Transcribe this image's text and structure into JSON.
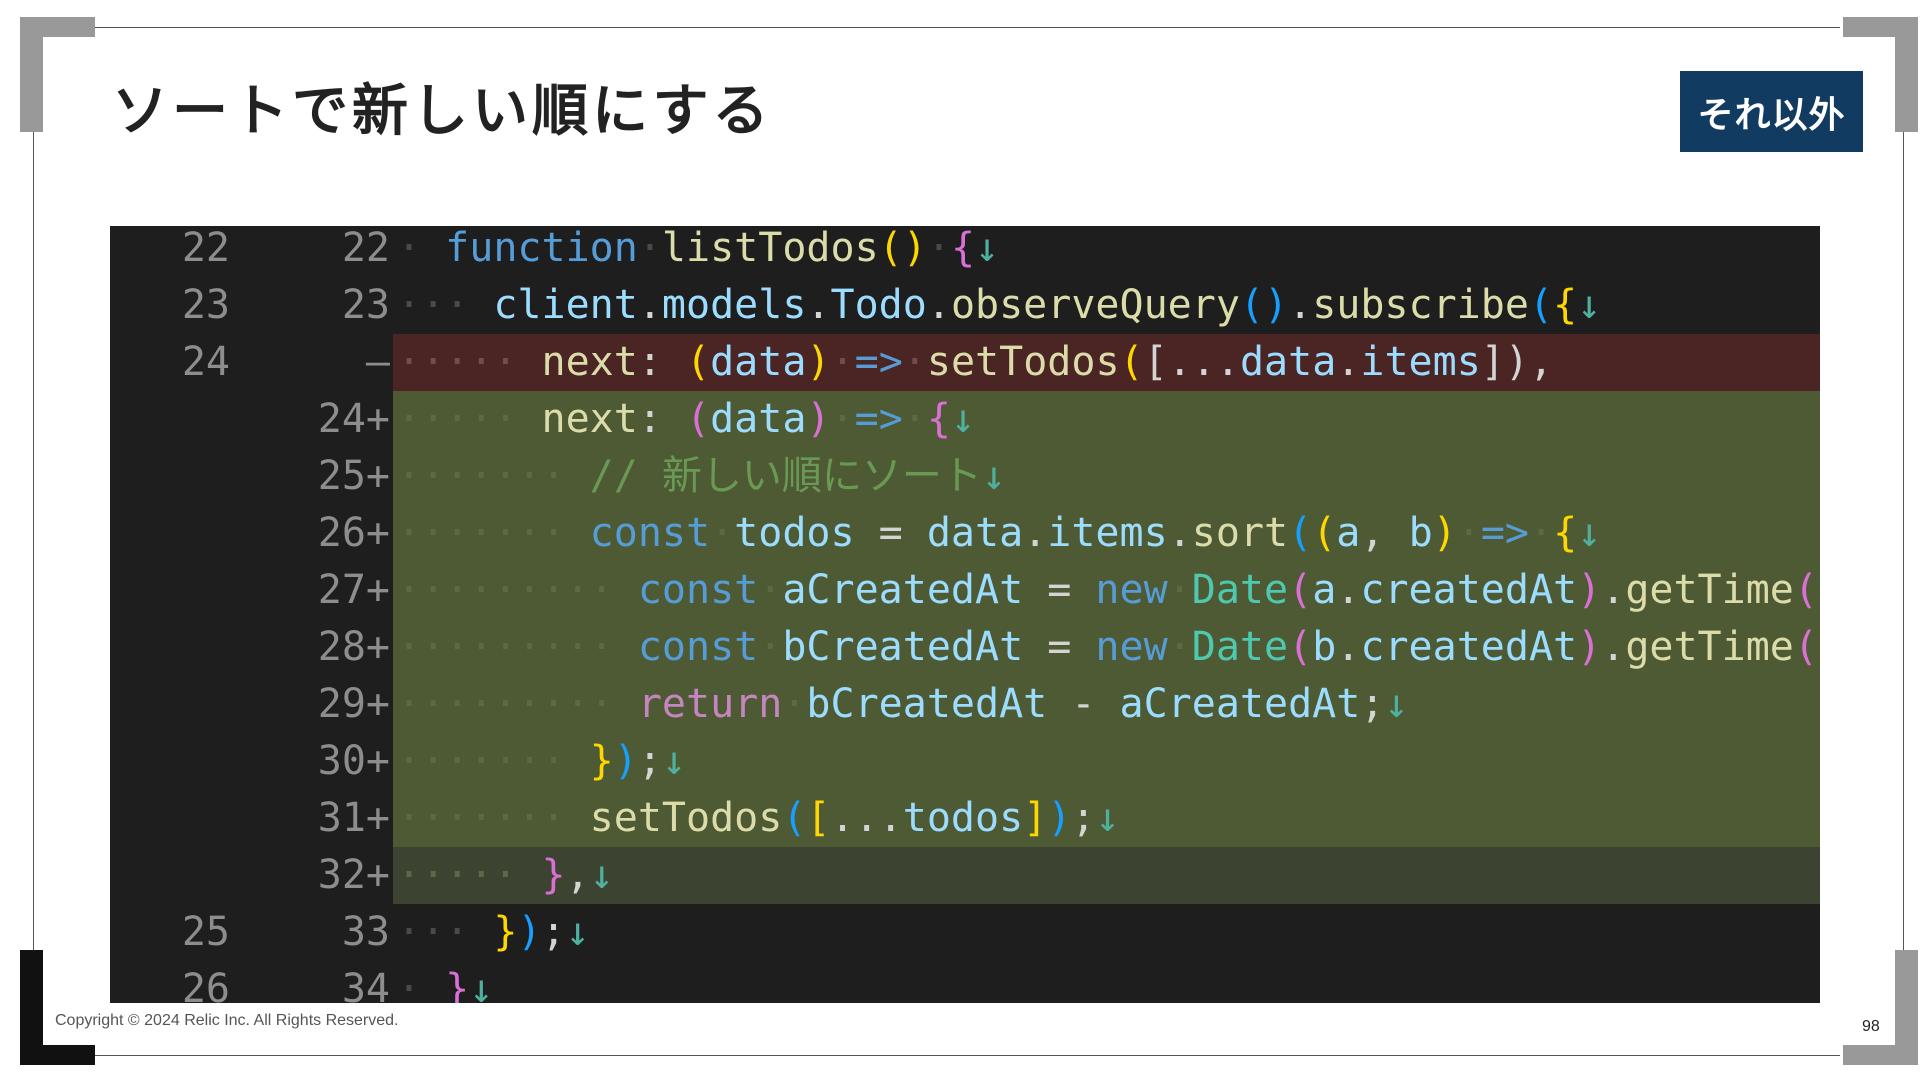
{
  "slide": {
    "title": "ソートで新しい順にする",
    "tag": "それ以外",
    "copyright": "Copyright © 2024 Relic Inc. All Rights Reserved.",
    "page_number": "98"
  },
  "diff": {
    "lines": [
      {
        "old": "22",
        "new": "22",
        "type": "plain",
        "indent": 1,
        "tokens": [
          [
            "function",
            "kw"
          ],
          [
            " ",
            "ws"
          ],
          [
            "listTodos",
            "fn"
          ],
          [
            "()",
            "br1"
          ],
          [
            " ",
            "ws"
          ],
          [
            "{",
            "br2"
          ],
          [
            "↓",
            "ret"
          ]
        ]
      },
      {
        "old": "23",
        "new": "23",
        "type": "plain",
        "indent": 2,
        "tokens": [
          [
            "client",
            "var"
          ],
          [
            ".",
            "pn"
          ],
          [
            "models",
            "var"
          ],
          [
            ".",
            "pn"
          ],
          [
            "Todo",
            "var"
          ],
          [
            ".",
            "pn"
          ],
          [
            "observeQuery",
            "fn"
          ],
          [
            "()",
            "br3"
          ],
          [
            ".",
            "pn"
          ],
          [
            "subscribe",
            "fn"
          ],
          [
            "(",
            "br3"
          ],
          [
            "{",
            "br1"
          ],
          [
            "↓",
            "ret"
          ]
        ]
      },
      {
        "old": "24",
        "new": "—",
        "type": "del",
        "indent": 3,
        "tokens": [
          [
            "next",
            "fn"
          ],
          [
            ": ",
            "pn"
          ],
          [
            "(",
            "br1"
          ],
          [
            "data",
            "var"
          ],
          [
            ")",
            "br1"
          ],
          [
            " ",
            "ws"
          ],
          [
            "=>",
            "kw"
          ],
          [
            " ",
            "ws"
          ],
          [
            "setTodos",
            "fn"
          ],
          [
            "(",
            "br1"
          ],
          [
            "[...",
            "pn"
          ],
          [
            "data",
            "var"
          ],
          [
            ".",
            "pn"
          ],
          [
            "items",
            "var"
          ],
          [
            "])",
            "pn"
          ],
          [
            ",",
            "pn"
          ]
        ]
      },
      {
        "old": "",
        "new": "24+",
        "type": "add",
        "indent": 3,
        "tokens": [
          [
            "next",
            "fn"
          ],
          [
            ": ",
            "pn"
          ],
          [
            "(",
            "br2"
          ],
          [
            "data",
            "var"
          ],
          [
            ")",
            "br2"
          ],
          [
            " ",
            "ws"
          ],
          [
            "=>",
            "kw"
          ],
          [
            " ",
            "ws"
          ],
          [
            "{",
            "br2"
          ],
          [
            "↓",
            "ret"
          ]
        ]
      },
      {
        "old": "",
        "new": "25+",
        "type": "add",
        "indent": 4,
        "tokens": [
          [
            "// 新しい順にソート",
            "cm"
          ],
          [
            "↓",
            "ret"
          ]
        ]
      },
      {
        "old": "",
        "new": "26+",
        "type": "add",
        "indent": 4,
        "tokens": [
          [
            "const",
            "kw"
          ],
          [
            " ",
            "ws"
          ],
          [
            "todos",
            "var"
          ],
          [
            " = ",
            "pn"
          ],
          [
            "data",
            "var"
          ],
          [
            ".",
            "pn"
          ],
          [
            "items",
            "var"
          ],
          [
            ".",
            "pn"
          ],
          [
            "sort",
            "fn"
          ],
          [
            "(",
            "br3"
          ],
          [
            "(",
            "br1"
          ],
          [
            "a",
            "var"
          ],
          [
            ", ",
            "pn"
          ],
          [
            "b",
            "var"
          ],
          [
            ")",
            "br1"
          ],
          [
            " ",
            "ws"
          ],
          [
            "=>",
            "kw"
          ],
          [
            " ",
            "ws"
          ],
          [
            "{",
            "br1"
          ],
          [
            "↓",
            "ret"
          ]
        ]
      },
      {
        "old": "",
        "new": "27+",
        "type": "add",
        "indent": 5,
        "tokens": [
          [
            "const",
            "kw"
          ],
          [
            " ",
            "ws"
          ],
          [
            "aCreatedAt",
            "var"
          ],
          [
            " = ",
            "pn"
          ],
          [
            "new",
            "kw"
          ],
          [
            " ",
            "ws"
          ],
          [
            "Date",
            "cls"
          ],
          [
            "(",
            "br2"
          ],
          [
            "a",
            "var"
          ],
          [
            ".",
            "pn"
          ],
          [
            "createdAt",
            "var"
          ],
          [
            ")",
            "br2"
          ],
          [
            ".",
            "pn"
          ],
          [
            "getTime",
            "fn"
          ],
          [
            "()",
            "br2"
          ],
          [
            ";",
            "pn"
          ],
          [
            "↓",
            "ret"
          ]
        ]
      },
      {
        "old": "",
        "new": "28+",
        "type": "add",
        "indent": 5,
        "tokens": [
          [
            "const",
            "kw"
          ],
          [
            " ",
            "ws"
          ],
          [
            "bCreatedAt",
            "var"
          ],
          [
            " = ",
            "pn"
          ],
          [
            "new",
            "kw"
          ],
          [
            " ",
            "ws"
          ],
          [
            "Date",
            "cls"
          ],
          [
            "(",
            "br2"
          ],
          [
            "b",
            "var"
          ],
          [
            ".",
            "pn"
          ],
          [
            "createdAt",
            "var"
          ],
          [
            ")",
            "br2"
          ],
          [
            ".",
            "pn"
          ],
          [
            "getTime",
            "fn"
          ],
          [
            "()",
            "br2"
          ],
          [
            ";",
            "pn"
          ],
          [
            "↓",
            "ret"
          ]
        ]
      },
      {
        "old": "",
        "new": "29+",
        "type": "add",
        "indent": 5,
        "tokens": [
          [
            "return",
            "kw2"
          ],
          [
            " ",
            "ws"
          ],
          [
            "bCreatedAt",
            "var"
          ],
          [
            " - ",
            "pn"
          ],
          [
            "aCreatedAt",
            "var"
          ],
          [
            ";",
            "pn"
          ],
          [
            "↓",
            "ret"
          ]
        ]
      },
      {
        "old": "",
        "new": "30+",
        "type": "add",
        "indent": 4,
        "tokens": [
          [
            "}",
            "br1"
          ],
          [
            ")",
            "br3"
          ],
          [
            ";",
            "pn"
          ],
          [
            "↓",
            "ret"
          ]
        ]
      },
      {
        "old": "",
        "new": "31+",
        "type": "add",
        "indent": 4,
        "tokens": [
          [
            "setTodos",
            "fn"
          ],
          [
            "(",
            "br3"
          ],
          [
            "[",
            "br1"
          ],
          [
            "...",
            "pn"
          ],
          [
            "todos",
            "var"
          ],
          [
            "]",
            "br1"
          ],
          [
            ")",
            "br3"
          ],
          [
            ";",
            "pn"
          ],
          [
            "↓",
            "ret"
          ]
        ]
      },
      {
        "old": "",
        "new": "32+",
        "type": "last-add",
        "indent": 3,
        "tokens": [
          [
            "}",
            "br2"
          ],
          [
            ",",
            "pn"
          ],
          [
            "↓",
            "ret"
          ]
        ]
      },
      {
        "old": "25",
        "new": "33",
        "type": "plain",
        "indent": 2,
        "tokens": [
          [
            "}",
            "br1"
          ],
          [
            ")",
            "br3"
          ],
          [
            ";",
            "pn"
          ],
          [
            "↓",
            "ret"
          ]
        ]
      },
      {
        "old": "26",
        "new": "34",
        "type": "plain",
        "indent": 1,
        "tokens": [
          [
            "}",
            "br2"
          ],
          [
            "↓",
            "ret"
          ]
        ]
      }
    ]
  }
}
